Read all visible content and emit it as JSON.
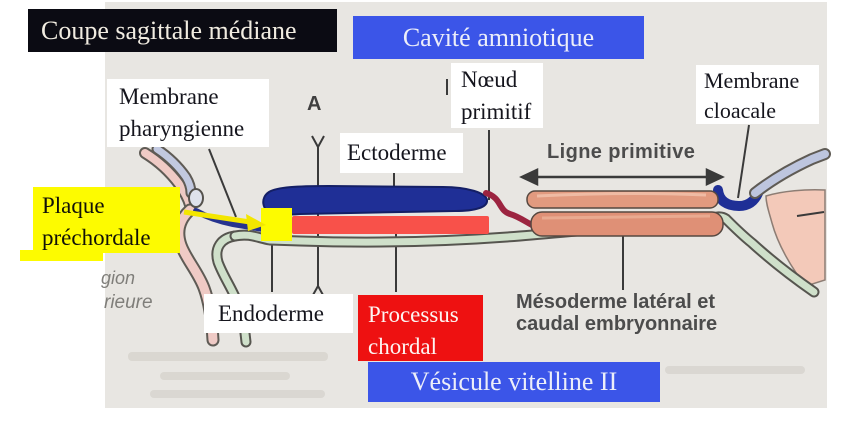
{
  "slide": {
    "title_box": "Coupe sagittale médiane",
    "cavity_top": "Cavité amniotique",
    "cavity_bottom": "Vésicule vitelline II"
  },
  "labels": {
    "membrane_pharyngienne": {
      "line1": "Membrane",
      "line2": "pharyngienne"
    },
    "noeud_primitif": {
      "line1": "Nœud",
      "line2": "primitif"
    },
    "membrane_cloacale": {
      "line1": "Membrane",
      "line2": "cloacale"
    },
    "ectoderme": "Ectoderme",
    "endoderme": "Endoderme",
    "plaque_prechordale": {
      "line1": "Plaque",
      "line2": "préchordale"
    },
    "processus_chordal": {
      "line1": "Processus",
      "line2": "chordal"
    }
  },
  "scan_texts": {
    "ligne_primitive": "Ligne primitive",
    "mesoderme_line1": "Mésoderme latéral et",
    "mesoderme_line2": "caudal embryonnaire",
    "cut_text_line1": "gion",
    "cut_text_line2": "rieure",
    "a_marker": "A"
  },
  "colors": {
    "annotation_blue": "#3B55E8",
    "annotation_red": "#EE1111",
    "annotation_yellow": "#FDFB00",
    "annotation_black": "#0B0B13",
    "paper": "#E8E6E2",
    "ectoderm_blue": "#1F2F96",
    "chordal_process_red": "#F8514A",
    "primitive_streak_salmon": "#E29A7F",
    "endoderm_green": "#CFE0CA",
    "amnion_lavender": "#BDC5DE",
    "caudal_mass_pink": "#F3C9B9",
    "node_dark_red": "#9C2440"
  }
}
